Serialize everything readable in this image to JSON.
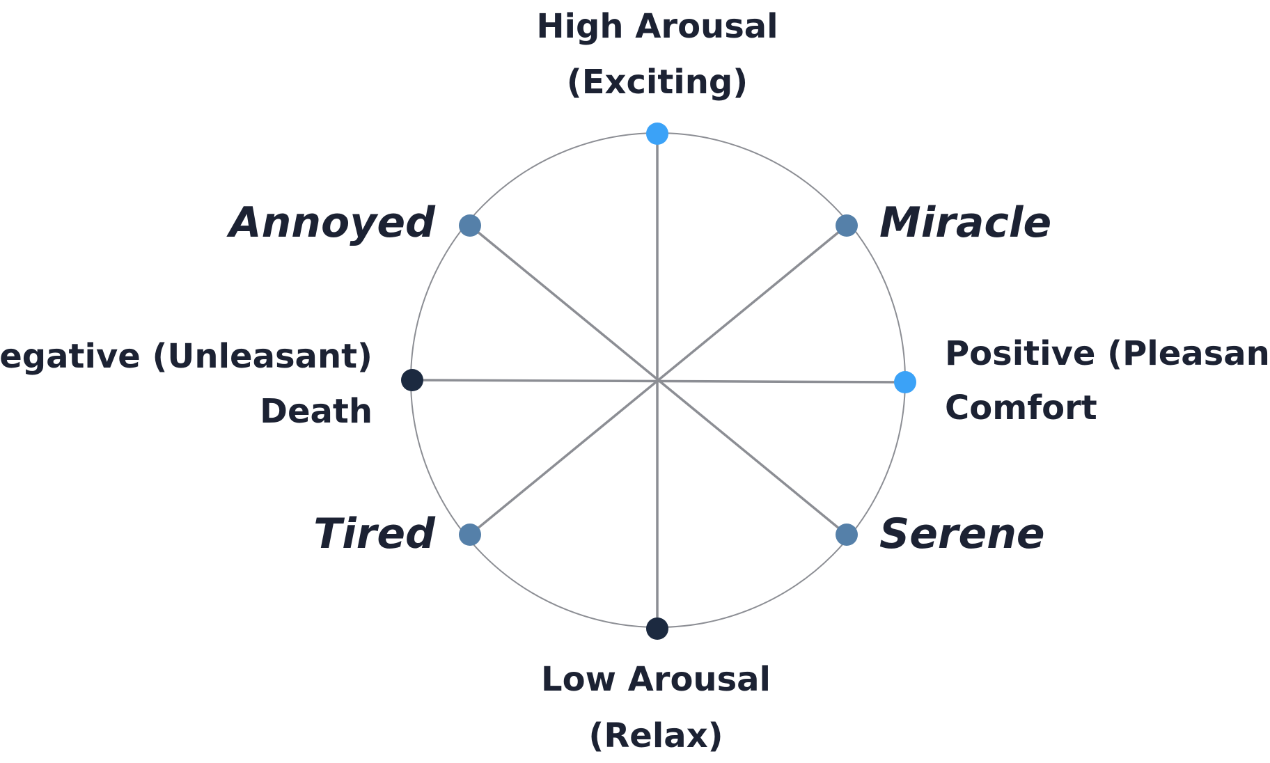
{
  "diagram": {
    "axes": {
      "top": [
        "High Arousal",
        "(Exciting)"
      ],
      "bottom": [
        "Low Arousal",
        "(Relax)"
      ],
      "left": [
        "Negative (Unleasant)",
        "Death"
      ],
      "right": [
        "Positive (Pleasant)",
        "Comfort"
      ]
    },
    "emotions": {
      "upper_left": "Annoyed",
      "upper_right": "Miracle",
      "lower_left": "Tired",
      "lower_right": "Serene"
    },
    "colors": {
      "circle": "#8c8e94",
      "spokes": "#8c8e94",
      "dot_bright": "#3ba2f7",
      "dot_mid": "#5580a9",
      "dot_dark": "#1c2a40",
      "text": "#1c2233"
    }
  }
}
